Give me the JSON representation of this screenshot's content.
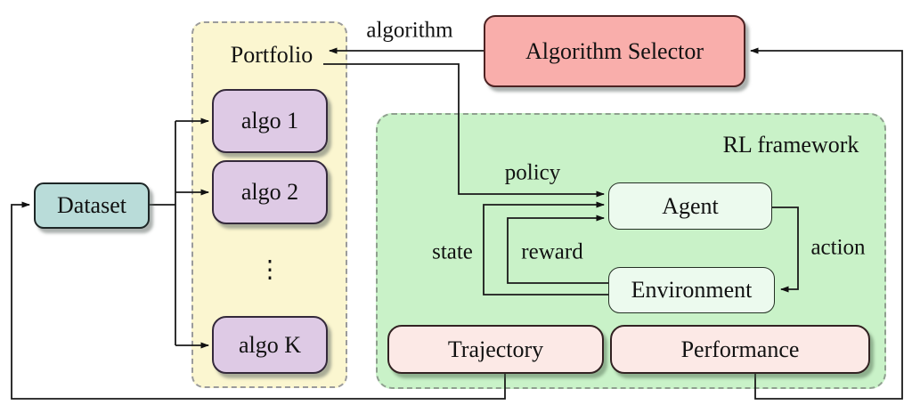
{
  "diagram": {
    "title_none": "",
    "containers": {
      "portfolio": {
        "label": "Portfolio",
        "ellipsis": "⋮",
        "fill": "#fbf6d0",
        "border": "#9b9b9b"
      },
      "rl_framework": {
        "label": "RL framework",
        "fill": "#c9f2c8",
        "border": "#8fa08f"
      }
    },
    "nodes": {
      "dataset": {
        "label": "Dataset",
        "fill": "#b9dcd9"
      },
      "algo_1": {
        "label": "algo 1",
        "fill": "#decae5"
      },
      "algo_2": {
        "label": "algo 2",
        "fill": "#decae5"
      },
      "algo_k": {
        "label": "algo K",
        "fill": "#decae5"
      },
      "algorithm_selector": {
        "label": "Algorithm Selector",
        "fill": "#f9aeab"
      },
      "agent": {
        "label": "Agent",
        "fill": "#ecfaee"
      },
      "environment": {
        "label": "Environment",
        "fill": "#ecfaee"
      },
      "trajectory": {
        "label": "Trajectory",
        "fill": "#fce9e6"
      },
      "performance": {
        "label": "Performance",
        "fill": "#fce9e6"
      }
    },
    "edge_labels": {
      "algorithm": "algorithm",
      "policy": "policy",
      "state": "state",
      "reward": "reward",
      "action": "action"
    },
    "edge_color": "#1a1a1a"
  }
}
